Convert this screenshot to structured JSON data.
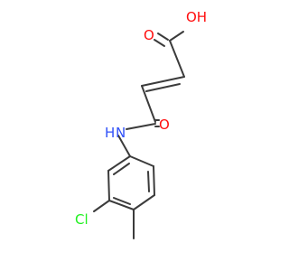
{
  "molecule": {
    "atom_labels": {
      "oxygen_hydroxyl": "OH",
      "oxygen_acid_carbonyl": "O",
      "oxygen_amide_carbonyl": "O",
      "nitrogen_amide": "N",
      "hydrogen_amide": "H",
      "chlorine": "Cl"
    },
    "colors": {
      "bond": "#3b3b3b",
      "oxygen": "#ff0d0d",
      "nitrogen": "#3050f8",
      "chlorine": "#1ff01f",
      "background": "#ffffff"
    }
  }
}
